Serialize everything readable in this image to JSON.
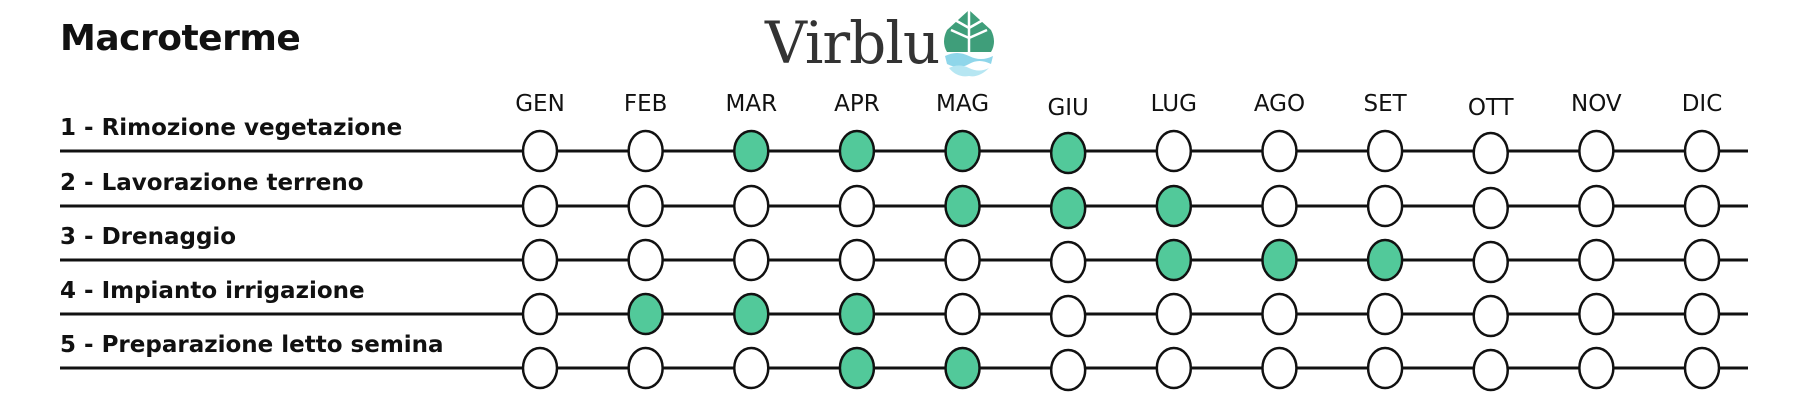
{
  "title": "Macroterme",
  "logo": {
    "text": "Virblu",
    "leaf_colors": [
      "#3f9e7a",
      "#7fd1b1",
      "#8fd6ea"
    ]
  },
  "colors": {
    "active": "#52c99a",
    "inactive": "#ffffff",
    "stroke": "#111111"
  },
  "months": [
    "GEN",
    "FEB",
    "MAR",
    "APR",
    "MAG",
    "GIU",
    "LUG",
    "AGO",
    "SET",
    "OTT",
    "NOV",
    "DIC"
  ],
  "tasks": [
    {
      "label": "1 - Rimozione vegetazione",
      "active": [
        "MAR",
        "APR",
        "MAG",
        "GIU"
      ]
    },
    {
      "label": "2 - Lavorazione terreno",
      "active": [
        "MAG",
        "GIU",
        "LUG"
      ]
    },
    {
      "label": "3 - Drenaggio",
      "active": [
        "LUG",
        "AGO",
        "SET"
      ]
    },
    {
      "label": "4 - Impianto irrigazione",
      "active": [
        "FEB",
        "MAR",
        "APR"
      ]
    },
    {
      "label": "5 - Preparazione letto semina",
      "active": [
        "APR",
        "MAG"
      ]
    }
  ]
}
